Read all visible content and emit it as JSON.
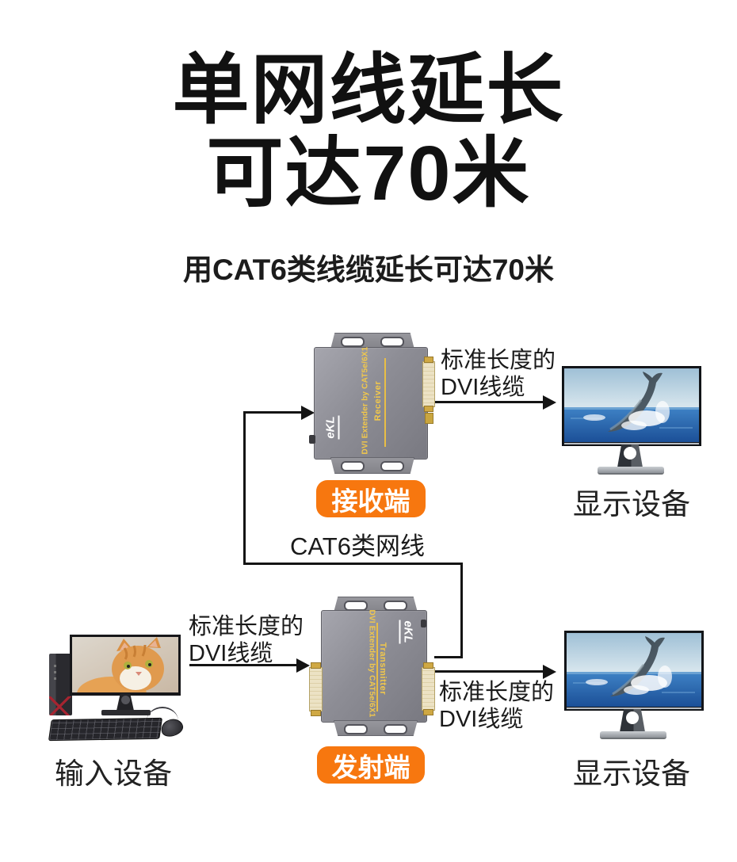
{
  "header": {
    "title_line1": "单网线延长",
    "title_line2": "可达70米",
    "subtitle": "用CAT6类线缆延长可达70米"
  },
  "receiver": {
    "device_line1": "DVI Extender by CAT5e/6X1",
    "device_line2": "Receiver",
    "brand": "eKL",
    "badge": "接收端"
  },
  "transmitter": {
    "device_line1": "DVI Extender by CAT5e/6X1",
    "device_line2": "Transmitter",
    "brand": "eKL",
    "badge": "发射端"
  },
  "labels": {
    "cat6_cable": "CAT6类网线",
    "dvi_top": [
      "标准长度的",
      "DVI线缆"
    ],
    "dvi_left": [
      "标准长度的",
      "DVI线缆"
    ],
    "dvi_bottom": [
      "标准长度的",
      "DVI线缆"
    ],
    "input_device": "输入设备",
    "display_device_top": "显示设备",
    "display_device_bottom": "显示设备"
  },
  "images": {
    "display_screen": "whale-breaching-over-ocean",
    "input_screen": "orange-cat"
  },
  "colors": {
    "badge_orange": "#f7770f",
    "device_gray": "#8d8d95",
    "device_text_yellow": "#f2c84b",
    "wire_black": "#141414"
  }
}
